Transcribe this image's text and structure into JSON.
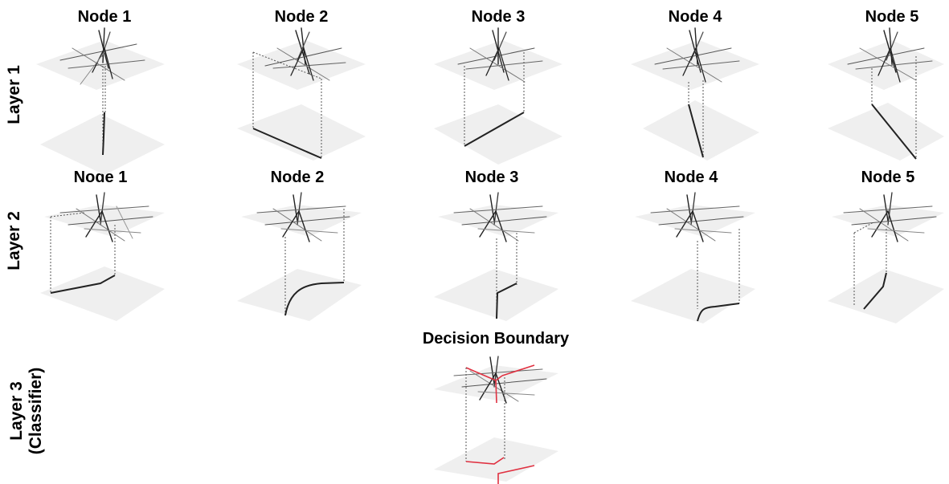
{
  "figure": {
    "row_labels": {
      "layer1": "Layer 1",
      "layer2": "Layer 2",
      "layer3_line1": "Layer 3",
      "layer3_line2": "(Classifier)"
    },
    "layer1_nodes": [
      "Node 1",
      "Node 2",
      "Node 3",
      "Node 4",
      "Node 5"
    ],
    "layer2_nodes": [
      "Node 1",
      "Node 2",
      "Node 3",
      "Node 4",
      "Node 5"
    ],
    "decision_title": "Decision Boundary"
  },
  "colors": {
    "plane": "#efefef",
    "line_dark": "#222222",
    "line_gray": "#8a8a8a",
    "projection": "#555555",
    "boundary": "#e03040"
  }
}
